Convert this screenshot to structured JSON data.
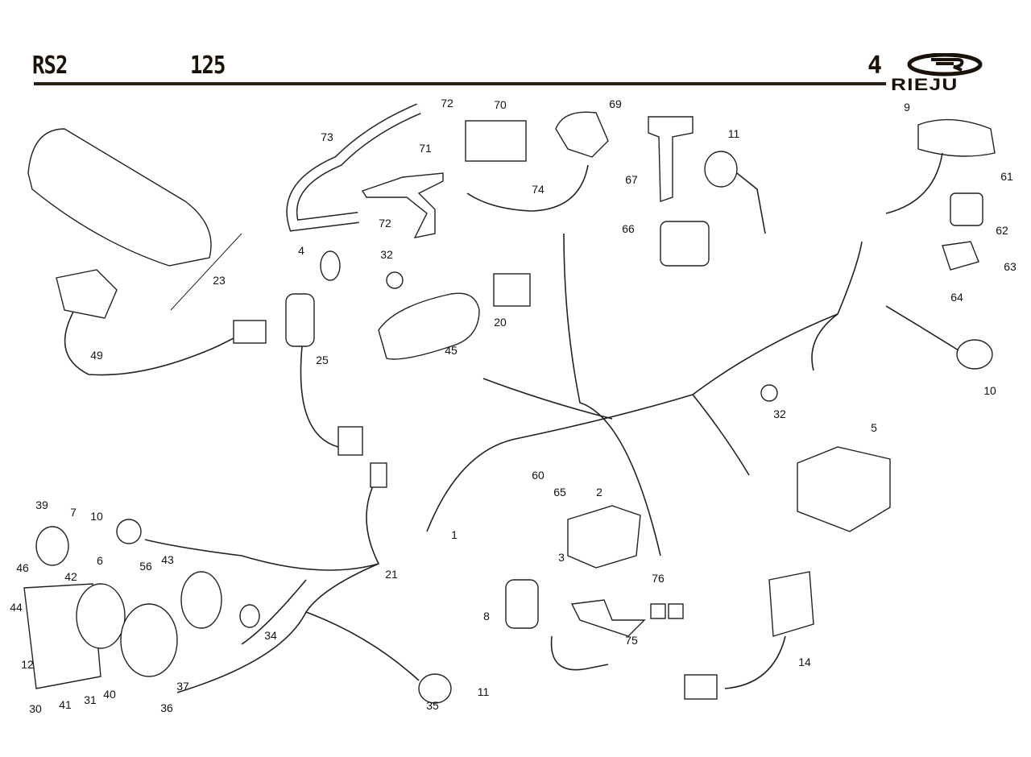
{
  "header": {
    "model": "RS2",
    "displacement": "125",
    "page_number": "4",
    "brand": "RIEJU"
  },
  "callouts": [
    "72",
    "70",
    "69",
    "73",
    "71",
    "74",
    "67",
    "11",
    "9",
    "61",
    "62",
    "63",
    "64",
    "66",
    "72",
    "23",
    "4",
    "32",
    "20",
    "45",
    "25",
    "49",
    "10",
    "32",
    "5",
    "60",
    "65",
    "2",
    "1",
    "3",
    "39",
    "7",
    "10",
    "6",
    "56",
    "43",
    "21",
    "46",
    "42",
    "44",
    "34",
    "12",
    "8",
    "76",
    "75",
    "14",
    "37",
    "40",
    "31",
    "36",
    "30",
    "41",
    "35",
    "11"
  ]
}
